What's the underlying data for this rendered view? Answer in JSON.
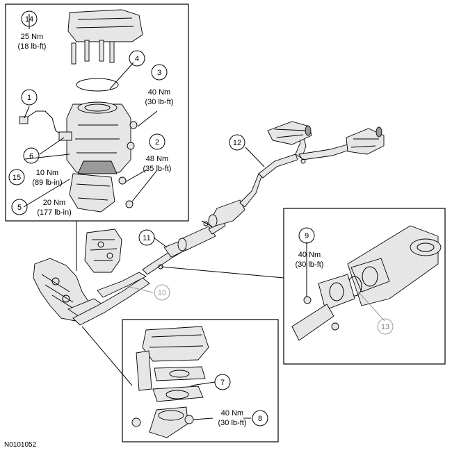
{
  "callouts": [
    {
      "id": "1",
      "num": "1"
    },
    {
      "id": "2",
      "num": "2",
      "torque": [
        "48 Nm",
        "(35 lb-ft)"
      ]
    },
    {
      "id": "3",
      "num": "3",
      "torque": [
        "40 Nm",
        "(30 lb-ft)"
      ]
    },
    {
      "id": "4",
      "num": "4"
    },
    {
      "id": "5",
      "num": "5",
      "torque": [
        "20 Nm",
        "(177 lb-in)"
      ]
    },
    {
      "id": "6",
      "num": "6"
    },
    {
      "id": "7",
      "num": "7"
    },
    {
      "id": "8",
      "num": "8",
      "torque": [
        "40 Nm",
        "(30 lb-ft)"
      ]
    },
    {
      "id": "9",
      "num": "9",
      "torque": [
        "40 Nm",
        "(30 lb-ft)"
      ]
    },
    {
      "id": "10",
      "num": "10"
    },
    {
      "id": "11",
      "num": "11"
    },
    {
      "id": "12",
      "num": "12"
    },
    {
      "id": "13",
      "num": "13"
    },
    {
      "id": "14",
      "num": "14",
      "torque": [
        "25 Nm",
        "(18 lb-ft)"
      ]
    },
    {
      "id": "15",
      "num": "15",
      "torque": [
        "10 Nm",
        "(89 lb-in)"
      ]
    }
  ],
  "figure_id": "N0101052"
}
